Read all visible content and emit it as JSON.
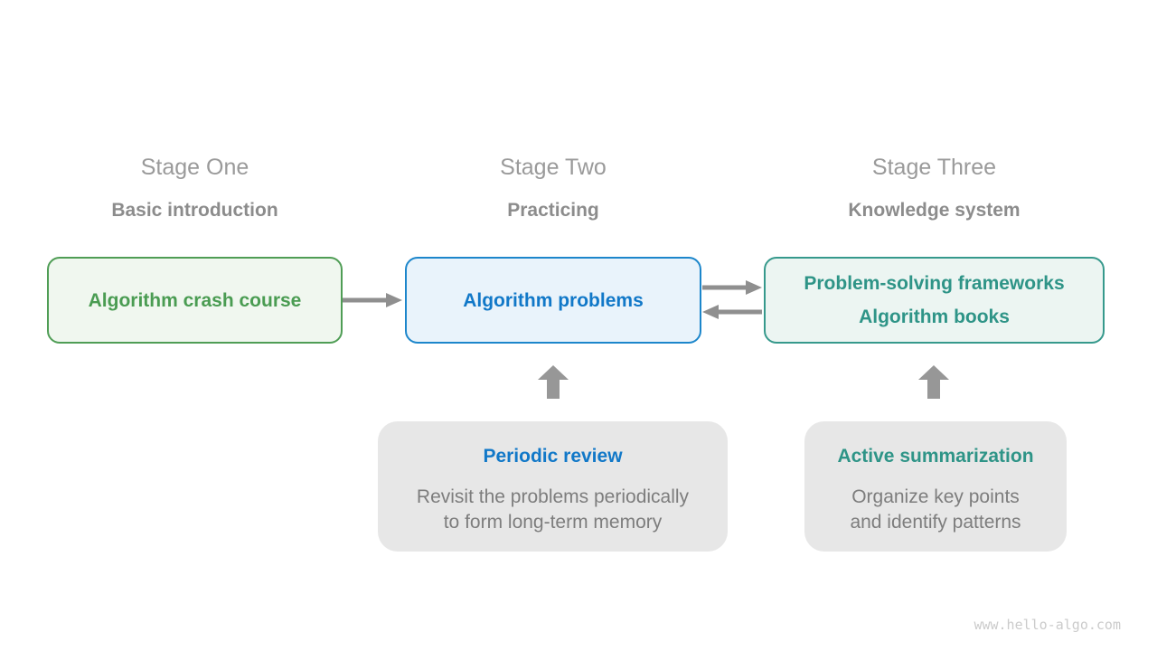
{
  "stages": [
    {
      "title": "Stage One",
      "subtitle": "Basic introduction",
      "box_lines": [
        "Algorithm crash course"
      ],
      "colors": {
        "text": "#4a9c52",
        "border": "#4f9d55",
        "fill": "#f0f7ef"
      }
    },
    {
      "title": "Stage Two",
      "subtitle": "Practicing",
      "box_lines": [
        "Algorithm problems"
      ],
      "colors": {
        "text": "#1178c8",
        "border": "#1c86cb",
        "fill": "#e9f3fb"
      }
    },
    {
      "title": "Stage Three",
      "subtitle": "Knowledge system",
      "box_lines": [
        "Problem-solving frameworks",
        "Algorithm books"
      ],
      "colors": {
        "text": "#2e9487",
        "border": "#36998c",
        "fill": "#ecf5f2"
      }
    }
  ],
  "arrows": {
    "color": "#8f8f8f",
    "connections": [
      {
        "from": "Algorithm crash course",
        "to": "Algorithm problems",
        "direction": "right"
      },
      {
        "from": "Algorithm problems",
        "to": "Problem-solving frameworks / Algorithm books",
        "direction": "right"
      },
      {
        "from": "Problem-solving frameworks / Algorithm books",
        "to": "Algorithm problems",
        "direction": "left"
      },
      {
        "from": "Periodic review",
        "to": "Algorithm problems",
        "direction": "up"
      },
      {
        "from": "Active summarization",
        "to": "Problem-solving frameworks / Algorithm books",
        "direction": "up"
      }
    ]
  },
  "callouts": [
    {
      "title": "Periodic review",
      "title_color": "#1178c8",
      "body_lines": [
        "Revisit the problems periodically",
        "to form long-term memory"
      ]
    },
    {
      "title": "Active summarization",
      "title_color": "#2e9487",
      "body_lines": [
        "Organize key points",
        "and identify patterns"
      ]
    }
  ],
  "watermark": "www.hello-algo.com"
}
